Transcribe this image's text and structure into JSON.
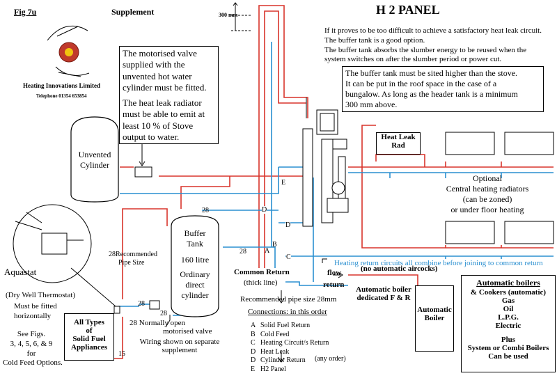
{
  "header": {
    "fig_label": "Fig 7u",
    "supplement": "Supplement",
    "panel_title": "H 2 PANEL",
    "height_mark": "300 mm"
  },
  "company": {
    "name": "Heating Innovations Limited",
    "telephone": "Telephone 01354 653854"
  },
  "notes": {
    "top_right": [
      "If it proves to be too difficult to achieve a satisfactory heat leak circuit.",
      "The buffer tank is a good option.",
      "The buffer tank absorbs the slumber energy to be reused when the",
      "system switches on after the slumber period or power cut."
    ],
    "buffer_box": [
      "The buffer tank must be sited higher than the stove.",
      "It can be put in the roof space in the case of a",
      "bungalow. As long as the header tank is a minimum",
      "300 mm above."
    ],
    "valve_box_p1": [
      "The motorised valve",
      "supplied with the",
      "unvented hot water",
      "cylinder must be fitted."
    ],
    "valve_box_p2": [
      "The heat leak radiator",
      "must be able to emit at",
      "least 10 % of Stove",
      "output to water."
    ]
  },
  "components": {
    "unvented_cylinder": [
      "Unvented",
      "Cylinder"
    ],
    "heat_leak_rad": [
      "Heat Leak",
      "Rad"
    ],
    "buffer_tank": {
      "title": [
        "Buffer",
        "Tank"
      ],
      "capacity": "160 litre",
      "type": [
        "Ordinary",
        "direct",
        "cylinder"
      ]
    },
    "solid_fuel": [
      "All Types",
      "of",
      "Solid Fuel",
      "Appliances"
    ],
    "automatic_boiler": [
      "Automatic",
      "Boiler"
    ],
    "radiators_text": [
      "Optional",
      "Central heating radiators",
      "(can be zoned)",
      "or under floor heating"
    ]
  },
  "labels": {
    "aquastat": "Aquastat",
    "dry_well": "(Dry Well Thermostat)",
    "must_fit": [
      "Must be fitted",
      "horizontally"
    ],
    "see_figs": [
      "See Figs.",
      "3, 4, 5, 6, & 9",
      "for",
      "Cold Feed Options."
    ],
    "recommended_pipe": [
      "Recommended",
      "Pipe Size"
    ],
    "motorised_valve_note": [
      "Normally open",
      "motorised valve"
    ],
    "wiring_note": [
      "Wiring shown on separate",
      "supplement"
    ],
    "common_return": "Common Return",
    "thick_line": "(thick line)",
    "recommended_size": "Recommended pipe size 28mm",
    "connections_title": "Connections: in this order",
    "connections": [
      {
        "letter": "A",
        "text": "Solid Fuel Return"
      },
      {
        "letter": "B",
        "text": "Cold Feed"
      },
      {
        "letter": "C",
        "text": "Heating Circuit/s Return"
      },
      {
        "letter": "D",
        "text": "Heat Leak"
      },
      {
        "letter": "D",
        "text": "Cylinder Return"
      },
      {
        "letter": "E",
        "text": "H2 Panel"
      }
    ],
    "any_order": "(any order)",
    "flow": "flow",
    "return": "return",
    "no_aircocks": "(no automatic aircocks)",
    "auto_boiler_dedicated": [
      "Automatic boiler",
      "dedicated F & R"
    ],
    "heating_return_note": "Heating return circuits all combine before joining to common return",
    "pipe_28": "28",
    "pipe_15": "15",
    "letter_A": "A",
    "letter_B": "B",
    "letter_C": "C",
    "letter_D": "D",
    "letter_E": "E"
  },
  "automatic_boilers": {
    "title": "Automatic boilers",
    "lines": [
      "& Cookers (automatic)",
      "Gas",
      "Oil",
      "L.P.G.",
      "Electric",
      "",
      "Plus",
      "System or Combi Boilers",
      "Can be used"
    ]
  },
  "colors": {
    "flow_pipe": "#d9342b",
    "return_pipe": "#2a8fd0",
    "note_blue": "#2a8fd0"
  }
}
